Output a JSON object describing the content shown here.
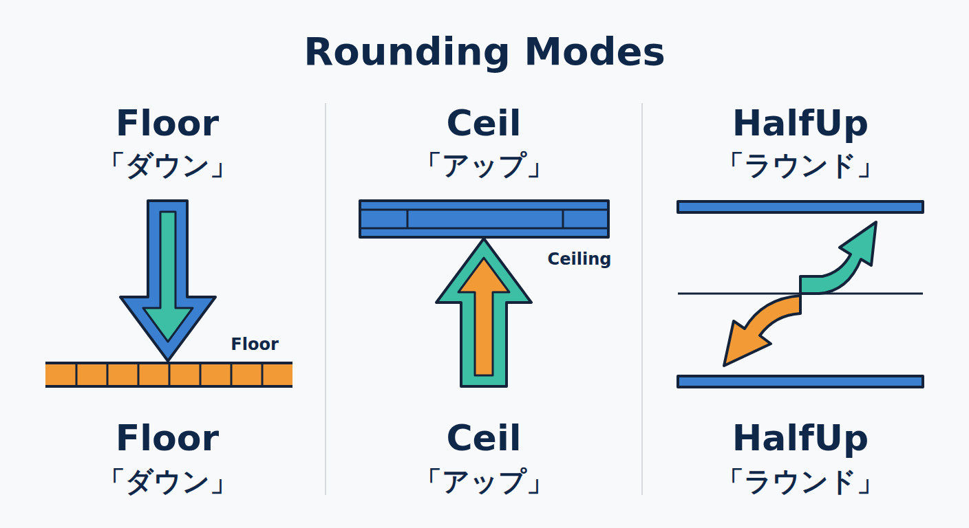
{
  "diagram": {
    "title": "Rounding Modes",
    "labels": [
      "Floor",
      "「ダウン」",
      "Ceil",
      "「アップ」",
      "HalfUp",
      "「ラウンド」",
      "Floor",
      "Ceiling",
      "Floor",
      "「ダウン」",
      "Ceil",
      "「アップ」",
      "HalfUp",
      "「ラウンド」"
    ]
  }
}
